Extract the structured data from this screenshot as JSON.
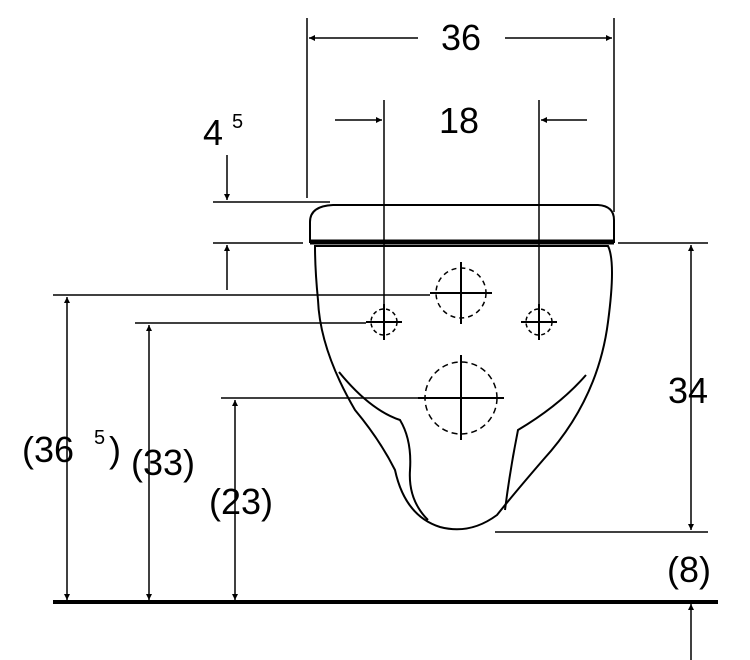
{
  "dimensions": {
    "overall_width": "36",
    "hole_spacing": "18",
    "seat_thickness_main": "4",
    "seat_thickness_sup": "5",
    "height_36_5_open": "(36",
    "height_36_5_sup": "5",
    "height_36_5_close": ")",
    "height_33": "(33)",
    "height_23": "(23)",
    "bowl_height": "34",
    "floor_clearance": "(8)"
  },
  "colors": {
    "ink": "#000000",
    "paper": "#ffffff"
  }
}
